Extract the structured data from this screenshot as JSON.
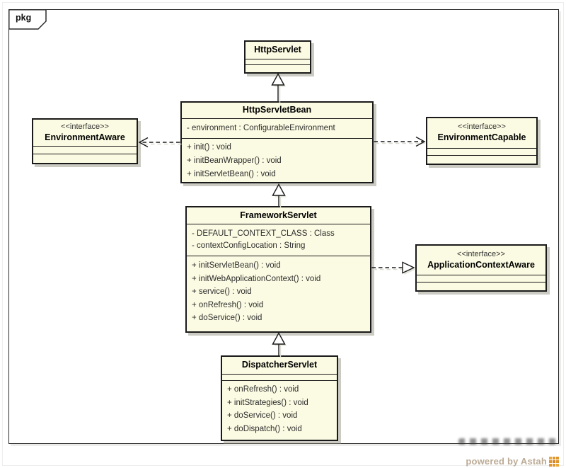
{
  "frame": {
    "label": "pkg"
  },
  "colors": {
    "box_fill": "#fbfae2",
    "box_border": "#1a1a1a",
    "box_shadow": "#8c8c7d",
    "watermark_text": "#bcab95",
    "watermark_logo_orange": "#e0952f"
  },
  "classes": {
    "http_servlet": {
      "name": "HttpServlet"
    },
    "http_servlet_bean": {
      "name": "HttpServletBean",
      "attributes": [
        "- environment : ConfigurableEnvironment"
      ],
      "methods": [
        "+ init() : void",
        "+ initBeanWrapper() : void",
        "+ initServletBean() : void"
      ]
    },
    "environment_aware": {
      "stereotype": "<<interface>>",
      "name": "EnvironmentAware"
    },
    "environment_capable": {
      "stereotype": "<<interface>>",
      "name": "EnvironmentCapable"
    },
    "framework_servlet": {
      "name": "FrameworkServlet",
      "attributes": [
        "- DEFAULT_CONTEXT_CLASS : Class",
        "- contextConfigLocation : String"
      ],
      "methods": [
        "+ initServletBean() : void",
        "+ initWebApplicationContext() : void",
        "+ service() : void",
        "+ onRefresh() : void",
        "+ doService() : void"
      ]
    },
    "application_context_aware": {
      "stereotype": "<<interface>>",
      "name": "ApplicationContextAware"
    },
    "dispatcher_servlet": {
      "name": "DispatcherServlet",
      "methods": [
        "+ onRefresh() : void",
        "+ initStrategies() : void",
        "+ doService() : void",
        "+ doDispatch() : void"
      ]
    }
  },
  "watermark": {
    "text": "powered by Astah"
  }
}
